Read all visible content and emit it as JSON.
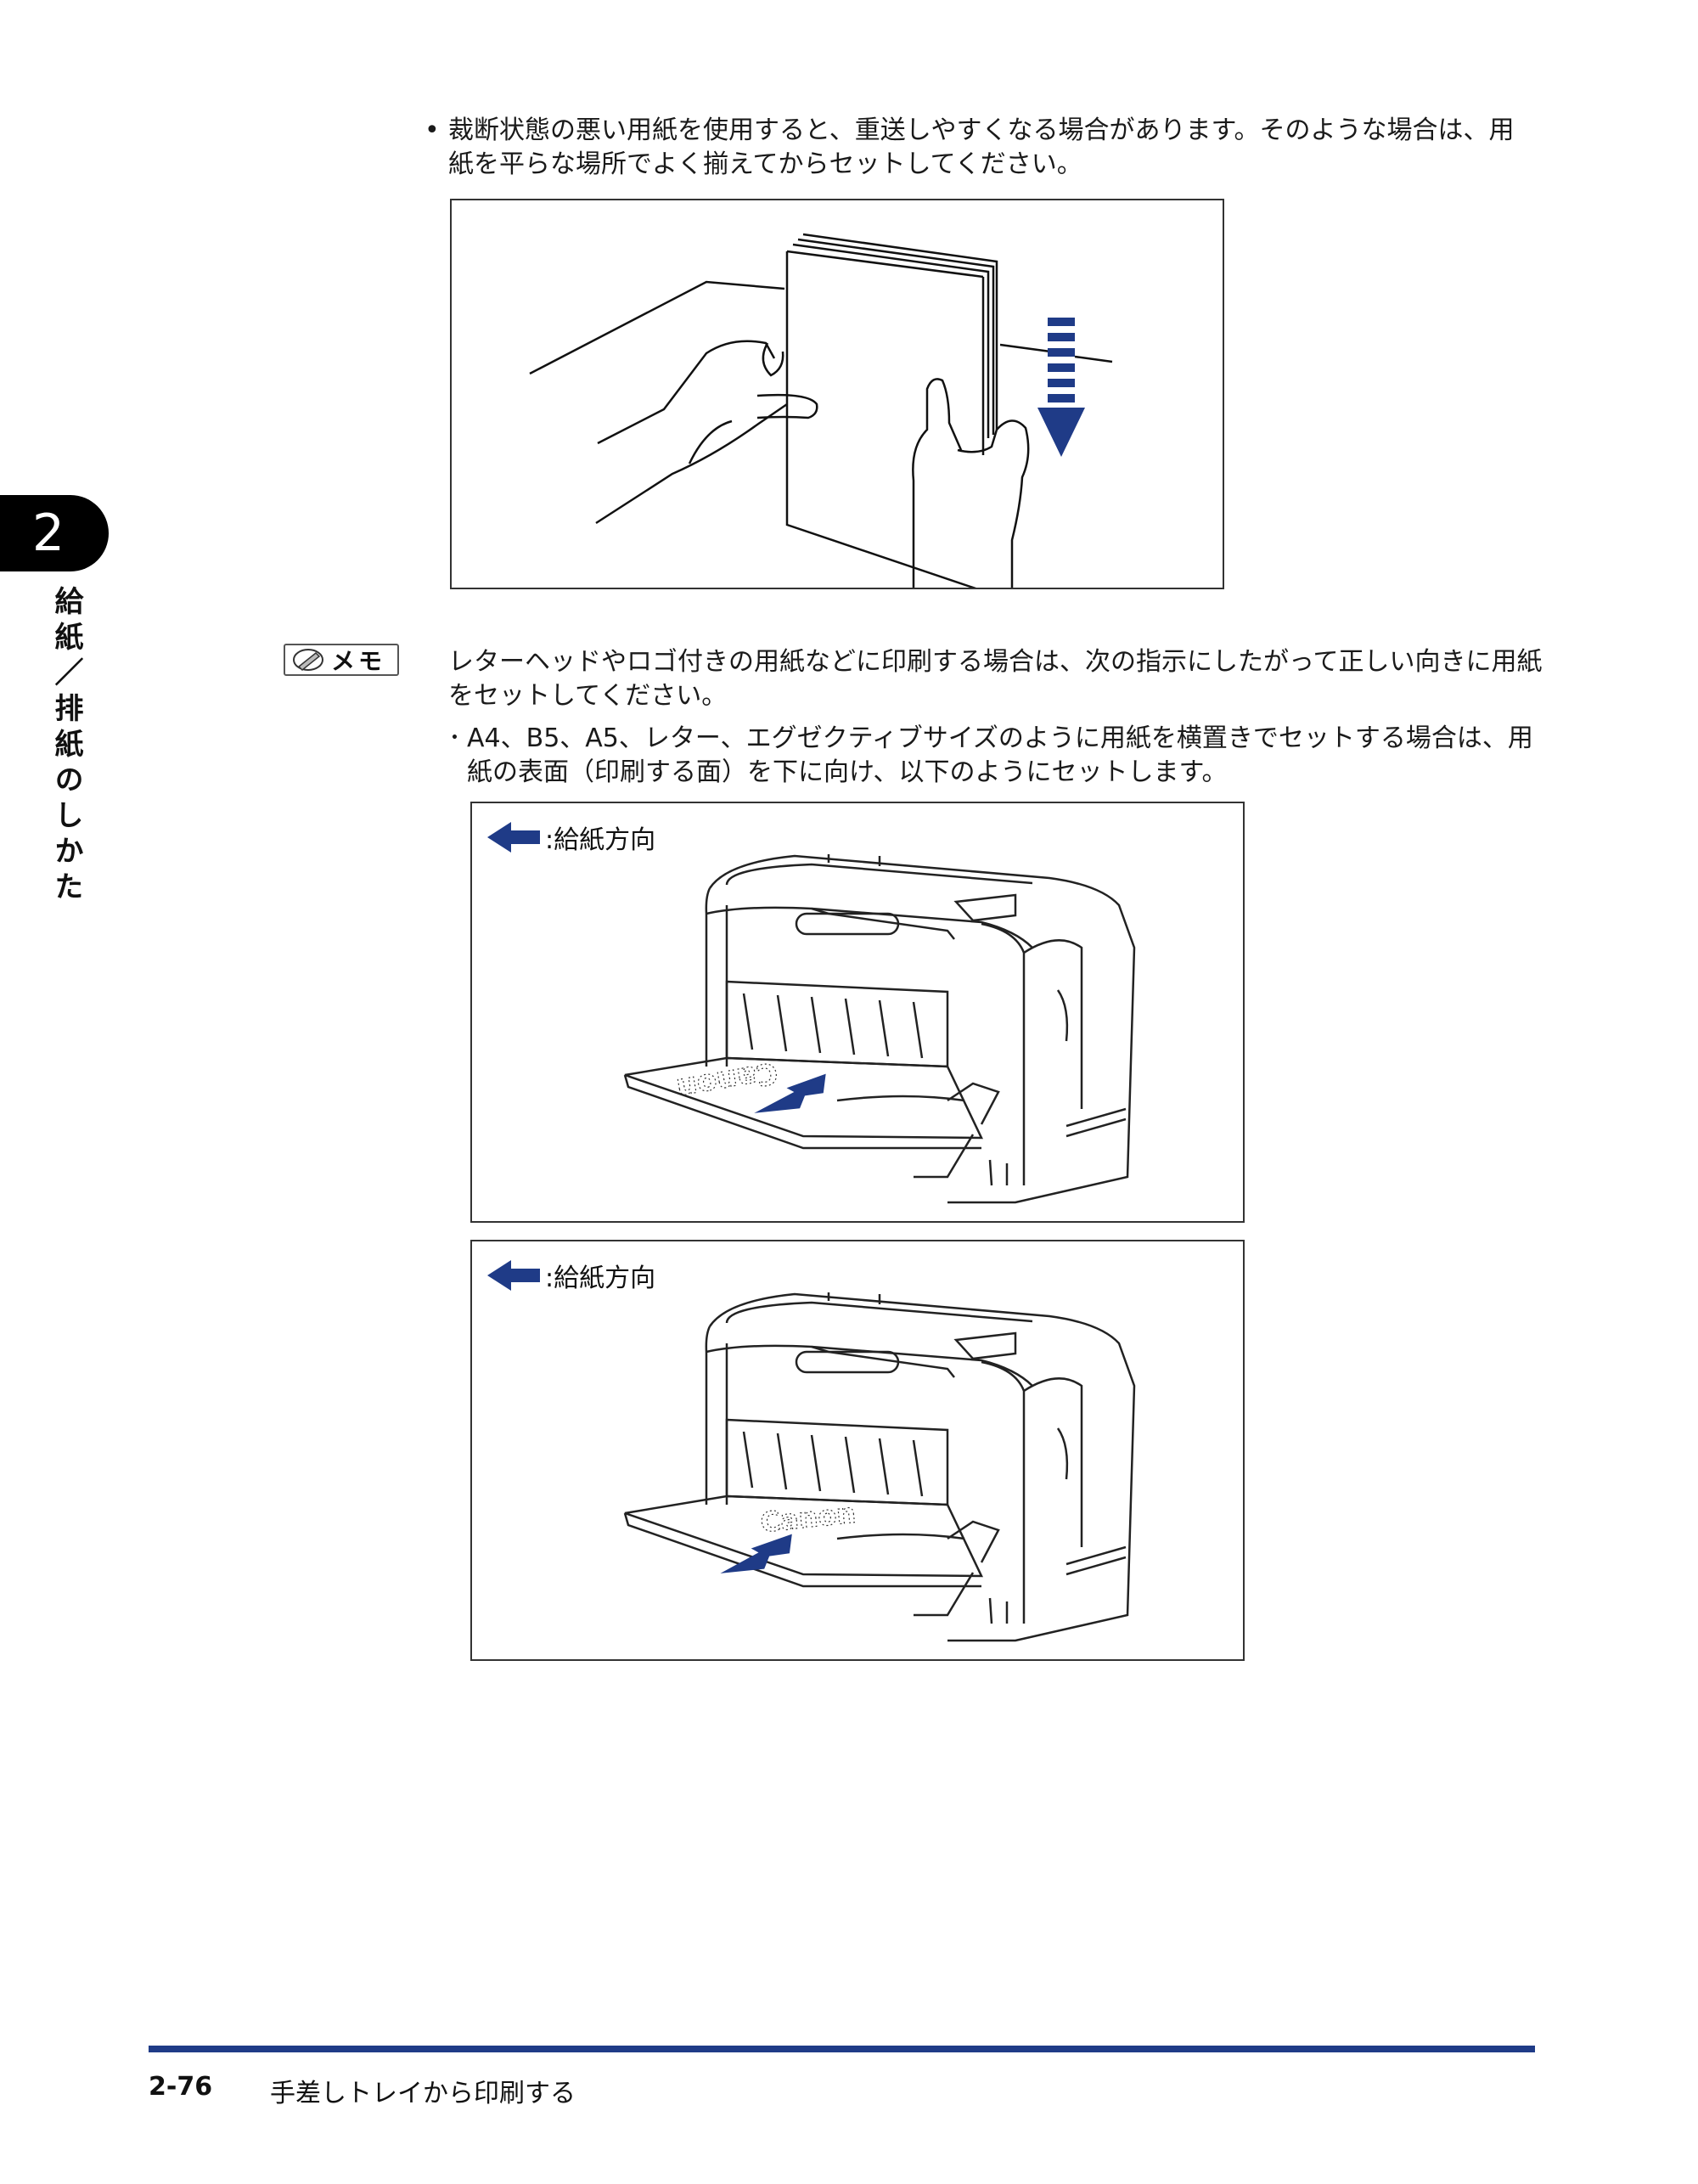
{
  "chapter": {
    "number": "2",
    "title": "給紙／排紙のしかた"
  },
  "bullet": {
    "marker": "•",
    "text": "裁断状態の悪い用紙を使用すると、重送しやすくなる場合があります。そのような場合は、用紙を平らな場所でよく揃えてからセットしてください。"
  },
  "memo": {
    "badge_label": "メモ",
    "intro": "レターヘッドやロゴ付きの用紙などに印刷する場合は、次の指示にしたがって正しい向きに用紙をセットしてください。",
    "item_marker": "･",
    "item": "A4、B5、A5、レター、エグゼクティブサイズのように用紙を横置きでセットする場合は、用紙の表面（印刷する面）を下に向け、以下のようにセットします。"
  },
  "figures": {
    "feed_direction_label_1": ":給紙方向",
    "feed_direction_label_2": ":給紙方向",
    "logo_text_1": "Canon",
    "logo_text_2": "Canon"
  },
  "footer": {
    "page_number": "2-76",
    "section_title": "手差しトレイから印刷する"
  },
  "colors": {
    "accent": "#1f3b87",
    "arrow": "#1f3b87"
  }
}
